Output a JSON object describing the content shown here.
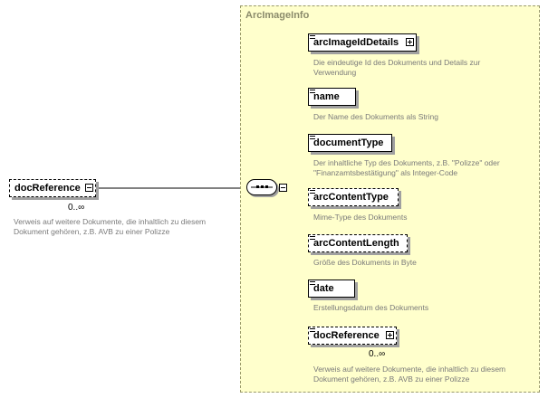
{
  "group": {
    "title": "ArcImageInfo"
  },
  "root": {
    "label": "docReference",
    "cardinality": "0..∞",
    "description_line1": "Verweis auf weitere Dokumente, die inhaltlich zu diesem",
    "description_line2": "Dokument gehören, z.B. AVB zu einer Polizze"
  },
  "children": [
    {
      "label": "arcImageIdDetails",
      "desc1": "Die eindeutige Id des Dokuments und Details zur",
      "desc2": "Verwendung"
    },
    {
      "label": "name",
      "desc1": "Der Name des Dokuments als String",
      "desc2": ""
    },
    {
      "label": "documentType",
      "desc1": "Der inhaltliche Typ des Dokuments, z.B. \"Polizze\" oder",
      "desc2": "\"Finanzamtsbestätigung\" als Integer-Code"
    },
    {
      "label": "arcContentType",
      "desc1": "Mime-Type des Dokuments",
      "desc2": ""
    },
    {
      "label": "arcContentLength",
      "desc1": "Größe des Dokuments in Byte",
      "desc2": ""
    },
    {
      "label": "date",
      "desc1": "Erstellungsdatum des Dokuments",
      "desc2": ""
    },
    {
      "label": "docReference",
      "cardinality": "0..∞",
      "desc1": "Verweis auf weitere Dokumente, die inhaltlich zu diesem",
      "desc2": "Dokument gehören, z.B. AVB zu einer Polizze"
    }
  ]
}
